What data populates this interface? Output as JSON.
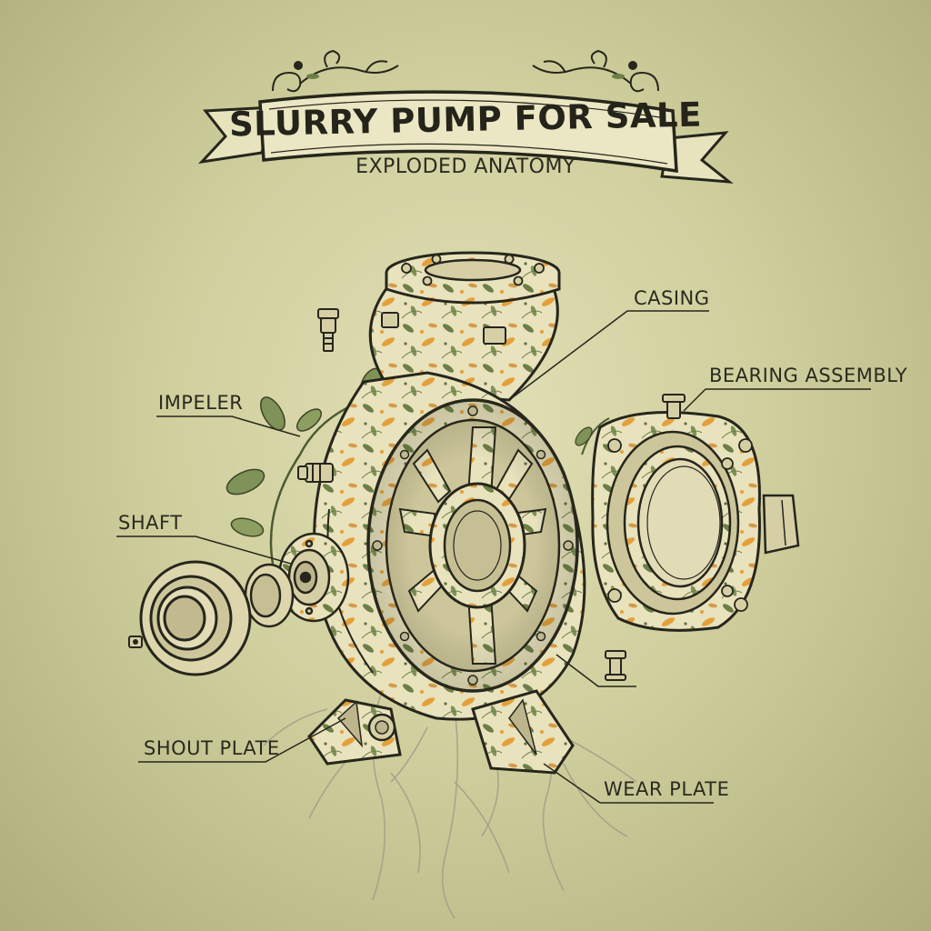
{
  "title": "SLURRY PUMP FOR SALE",
  "subtitle": "EXPLODED ANATOMY",
  "labels": {
    "casing": "CASING",
    "bearing_assembly": "BEARING ASSEMBLY",
    "impeller": "IMPELER",
    "shaft": "SHAFT",
    "shout_plate": "SHOUT PLATE",
    "wear_plate": "WEAR PLATE"
  },
  "colors": {
    "background": "#d0cf9e",
    "ink": "#2a2a1e",
    "body_fill": "#e8e2bd",
    "leaf_green": "#6d7f47",
    "accent_orange": "#e3a13b",
    "root_grey": "#a29f88"
  }
}
